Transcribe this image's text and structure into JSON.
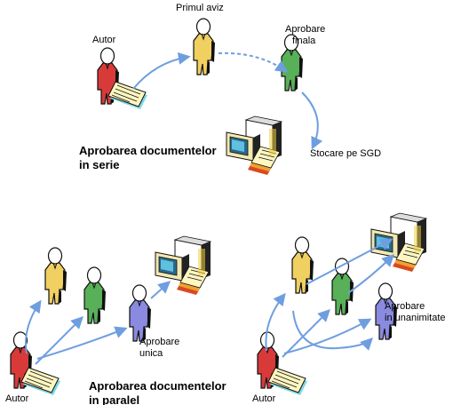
{
  "serial": {
    "title_line1": "Aprobarea documentelor",
    "title_line2": "in serie",
    "author_label": "Autor",
    "first_review_label": "Primul aviz",
    "final_label_line1": "Aprobare",
    "final_label_line2": "finala",
    "storage_label": "Stocare pe SGD"
  },
  "parallel": {
    "title_line1": "Aprobarea documentelor",
    "title_line2": "in paralel",
    "left": {
      "author_label": "Autor",
      "approval_line1": "Aprobare",
      "approval_line2": "unica"
    },
    "right": {
      "author_label": "Autor",
      "approval_line1": "Aprobare",
      "approval_line2": "in unanimitate"
    }
  },
  "colors": {
    "arrow": "#6f9ee0",
    "author": "#d83a3a",
    "reviewer": "#f0d060",
    "approver": "#58b058",
    "unique_approver": "#8a8ae0",
    "storage": "#f0d040"
  },
  "icons": [
    "person-icon",
    "document-icon",
    "computer-storage-icon"
  ]
}
